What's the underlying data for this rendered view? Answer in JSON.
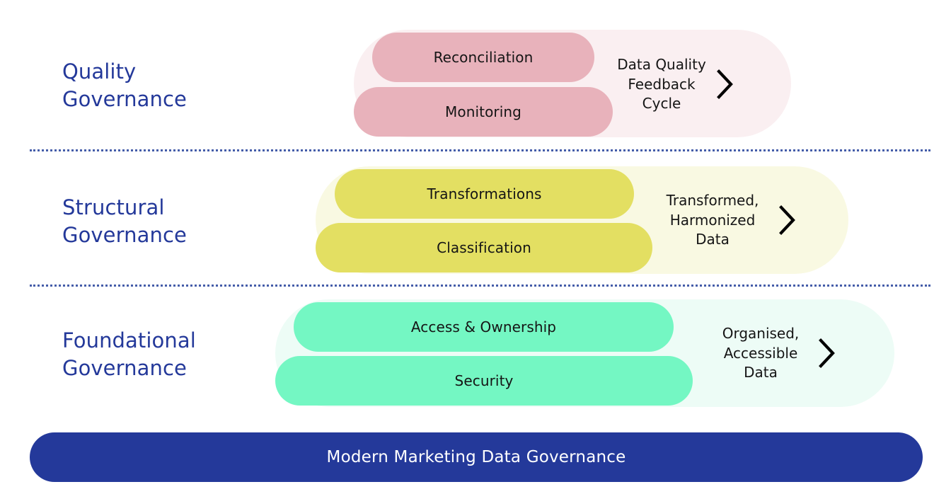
{
  "diagram": {
    "title_bar": {
      "label": "Modern Marketing Data Governance",
      "background_color": "#24399a",
      "text_color": "#ffffff"
    },
    "label_color": "#24399a",
    "divider_color": "#3c55a5",
    "tiers": [
      {
        "id": "quality",
        "label": "Quality\nGovernance",
        "capsule_color": "#e8b2bb",
        "band_color": "#faeff1",
        "capsules": [
          {
            "label": "Reconciliation"
          },
          {
            "label": "Monitoring"
          }
        ],
        "outcome": {
          "text": "Data Quality\nFeedback\nCycle",
          "icon": "chevron-right-icon"
        }
      },
      {
        "id": "structural",
        "label": "Structural\nGovernance",
        "capsule_color": "#e3df62",
        "band_color": "#f9f9e2",
        "capsules": [
          {
            "label": "Transformations"
          },
          {
            "label": "Classification"
          }
        ],
        "outcome": {
          "text": "Transformed,\nHarmonized\nData",
          "icon": "chevron-right-icon"
        }
      },
      {
        "id": "foundational",
        "label": "Foundational\nGovernance",
        "capsule_color": "#74f7c3",
        "band_color": "#edfcf6",
        "capsules": [
          {
            "label": "Access & Ownership"
          },
          {
            "label": "Security"
          }
        ],
        "outcome": {
          "text": "Organised,\nAccessible\nData",
          "icon": "chevron-right-icon"
        }
      }
    ]
  }
}
